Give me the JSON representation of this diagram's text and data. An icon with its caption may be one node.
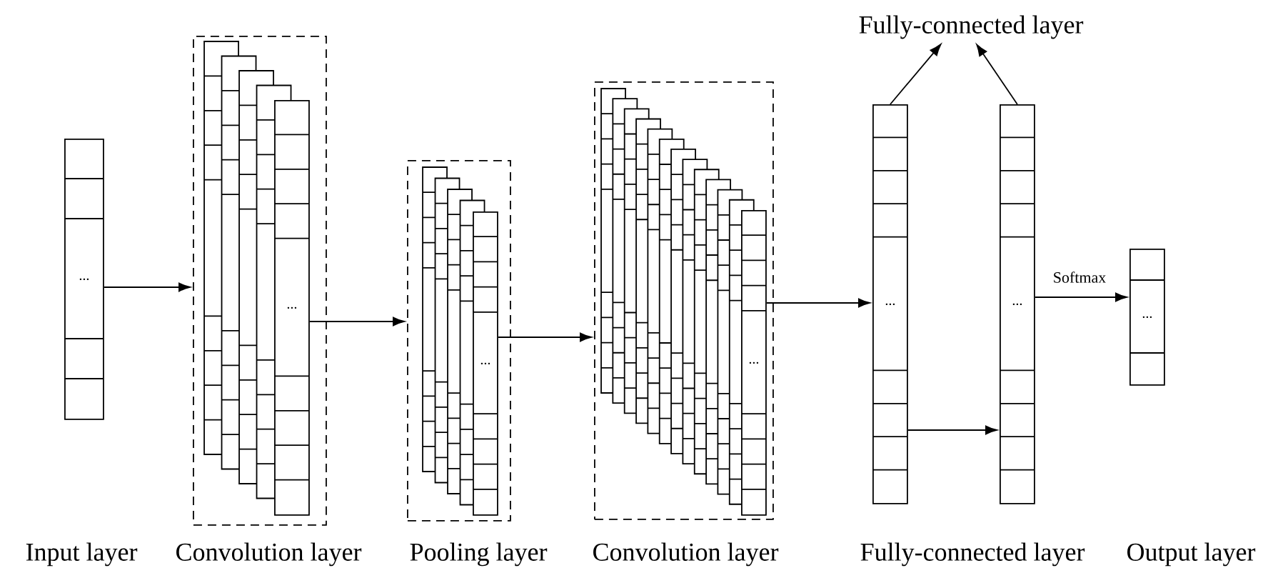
{
  "diagram": {
    "nodes": [
      {
        "text": [
          "..."
        ]
      },
      {
        "text": [],
        "shape": "box"
      },
      {
        "text": [
          "..."
        ],
        "in": 1
      },
      {
        "text": [],
        "shape": "box"
      },
      {
        "text": [
          "..."
        ],
        "in": 3
      },
      {
        "text": [],
        "shape": "box"
      },
      {
        "text": [
          "..."
        ],
        "in": 5
      },
      {
        "text": [
          "..."
        ]
      },
      {
        "text": [
          "..."
        ]
      },
      {
        "text": [
          "Fully-connected layer"
        ]
      },
      {
        "text": [
          "..."
        ]
      }
    ],
    "edges": [
      {
        "from": 0,
        "to": 1,
        "arrow": "to"
      },
      {
        "from": 2,
        "to": 3,
        "arrow": "to"
      },
      {
        "from": 4,
        "to": 5,
        "arrow": "to"
      },
      {
        "from": 6,
        "to": 7,
        "arrow": "to"
      },
      {
        "from": 7,
        "to": 8,
        "arrow": "to"
      },
      {
        "from": 7,
        "to": 9,
        "arrow": "to"
      },
      {
        "from": 8,
        "to": 9,
        "arrow": "to"
      },
      {
        "from": 8,
        "to": 10,
        "arrow": "to",
        "label": "Softmax"
      }
    ],
    "labels": [
      "Input layer",
      "Convolution layer",
      "Pooling layer",
      "Convolution layer",
      "Fully-connected layer",
      "Output layer"
    ]
  }
}
